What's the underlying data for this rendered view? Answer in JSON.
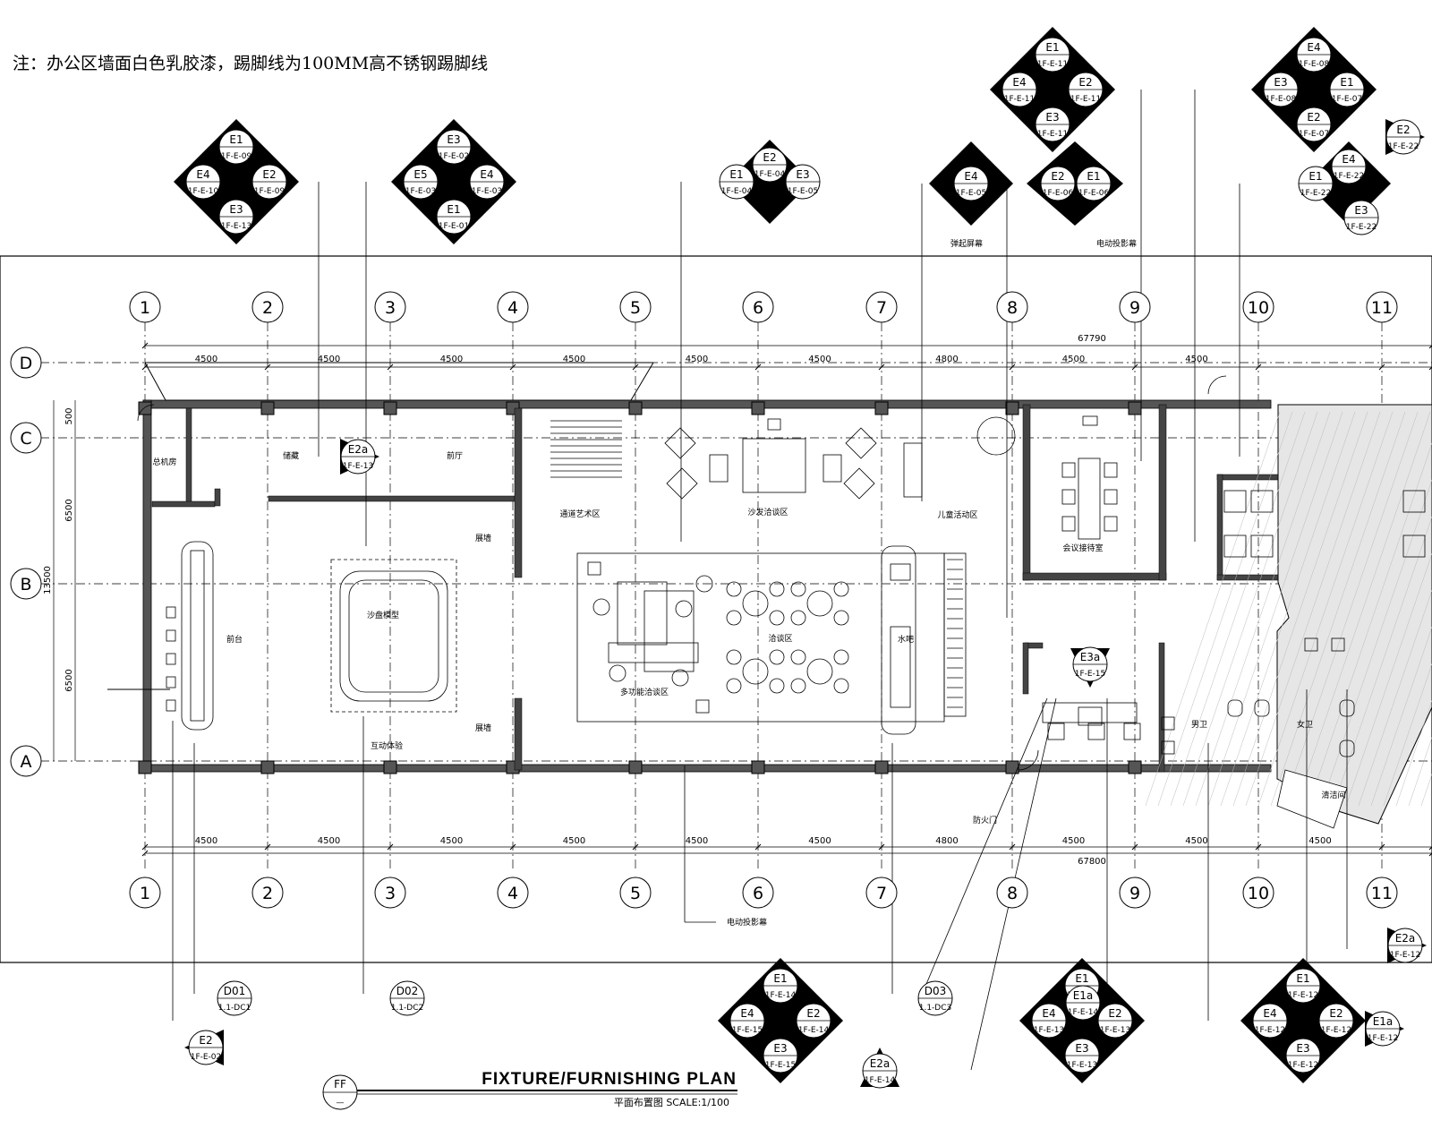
{
  "note": "注：办公区墙面白色乳胶漆，踢脚线为100MM高不锈钢踢脚线",
  "grid_columns": [
    "1",
    "2",
    "3",
    "4",
    "5",
    "6",
    "7",
    "8",
    "9",
    "10",
    "11"
  ],
  "grid_rows": [
    "D",
    "C",
    "B",
    "A"
  ],
  "dims_top": [
    "4500",
    "4500",
    "4500",
    "4500",
    "4500",
    "4500",
    "4800",
    "4500",
    "4500"
  ],
  "dims_bottom": [
    "4500",
    "4500",
    "4500",
    "4500",
    "4500",
    "4500",
    "4800",
    "4500",
    "4500",
    "4500"
  ],
  "total_top": "67790",
  "total_bottom": "67800",
  "dims_left": [
    "500",
    "6500",
    "13500",
    "6500"
  ],
  "rooms": [
    "总机房",
    "储藏",
    "前厅",
    "前台",
    "沙盘模型",
    "展墙",
    "展墙",
    "互动体验",
    "通道艺术区",
    "沙发洽谈区",
    "多功能洽谈区",
    "洽谈区",
    "水吧",
    "儿童活动区",
    "会议接待室",
    "男卫",
    "女卫",
    "清洁间"
  ],
  "callouts": [
    "弹起屏幕",
    "电动投影幕",
    "电动投影幕",
    "防火门"
  ],
  "elev_symbols": [
    {
      "top": "E1",
      "bottom": "1F-E-09"
    },
    {
      "top": "E4",
      "bottom": "1F-E-10"
    },
    {
      "top": "E2",
      "bottom": "1F-E-09"
    },
    {
      "top": "E3",
      "bottom": "1F-E-13"
    },
    {
      "top": "E3",
      "bottom": "1F-E-02"
    },
    {
      "top": "E5",
      "bottom": "1F-E-03"
    },
    {
      "top": "E4",
      "bottom": "1F-E-03"
    },
    {
      "top": "E1",
      "bottom": "1F-E-01"
    },
    {
      "top": "E2",
      "bottom": "1F-E-04"
    },
    {
      "top": "E1",
      "bottom": "1F-E-04"
    },
    {
      "top": "E3",
      "bottom": "1F-E-05"
    },
    {
      "top": "E4",
      "bottom": "1F-E-05"
    },
    {
      "top": "E2",
      "bottom": "1F-E-06"
    },
    {
      "top": "E1",
      "bottom": "1F-E-06"
    },
    {
      "top": "E1",
      "bottom": "1F-E-11"
    },
    {
      "top": "E4",
      "bottom": "1F-E-11"
    },
    {
      "top": "E2",
      "bottom": "1F-E-11"
    },
    {
      "top": "E3",
      "bottom": "1F-E-11"
    },
    {
      "top": "E4",
      "bottom": "1F-E-08"
    },
    {
      "top": "E3",
      "bottom": "1F-E-08"
    },
    {
      "top": "E1",
      "bottom": "1F-E-07"
    },
    {
      "top": "E2",
      "bottom": "1F-E-07"
    },
    {
      "top": "E2",
      "bottom": "1F-E-22"
    },
    {
      "top": "E1",
      "bottom": "1F-E-22"
    },
    {
      "top": "E4",
      "bottom": "1F-E-22"
    },
    {
      "top": "E3",
      "bottom": "1F-E-22"
    },
    {
      "top": "E2a",
      "bottom": "1F-E-13"
    },
    {
      "top": "E3a",
      "bottom": "1F-E-15"
    },
    {
      "top": "E1",
      "bottom": "1F-E-14"
    },
    {
      "top": "E4",
      "bottom": "1F-E-15"
    },
    {
      "top": "E2",
      "bottom": "1F-E-14"
    },
    {
      "top": "E3",
      "bottom": "1F-E-15"
    },
    {
      "top": "E1",
      "bottom": "1F-E-13"
    },
    {
      "top": "E4",
      "bottom": "1F-E-13"
    },
    {
      "top": "E2",
      "bottom": "1F-E-13"
    },
    {
      "top": "E3",
      "bottom": "1F-E-13"
    },
    {
      "top": "E1a",
      "bottom": "1F-E-14"
    },
    {
      "top": "E1",
      "bottom": "1F-E-12"
    },
    {
      "top": "E4",
      "bottom": "1F-E-12"
    },
    {
      "top": "E2",
      "bottom": "1F-E-12"
    },
    {
      "top": "E3",
      "bottom": "1F-E-12"
    },
    {
      "top": "E1a",
      "bottom": "1F-E-12"
    },
    {
      "top": "E2a",
      "bottom": "1F-E-12"
    },
    {
      "top": "E2",
      "bottom": "1F-E-02"
    },
    {
      "top": "E2a",
      "bottom": "1F-E-14"
    }
  ],
  "details": [
    {
      "top": "D01",
      "bottom": "1.1-DC1"
    },
    {
      "top": "D02",
      "bottom": "1.1-DC2"
    },
    {
      "top": "D03",
      "bottom": "1.1-DC3"
    }
  ],
  "plan_tag": {
    "top": "FF",
    "bottom": "—"
  },
  "title": "FIXTURE/FURNISHING PLAN",
  "subtitle": "平面布置图  SCALE:1/100"
}
